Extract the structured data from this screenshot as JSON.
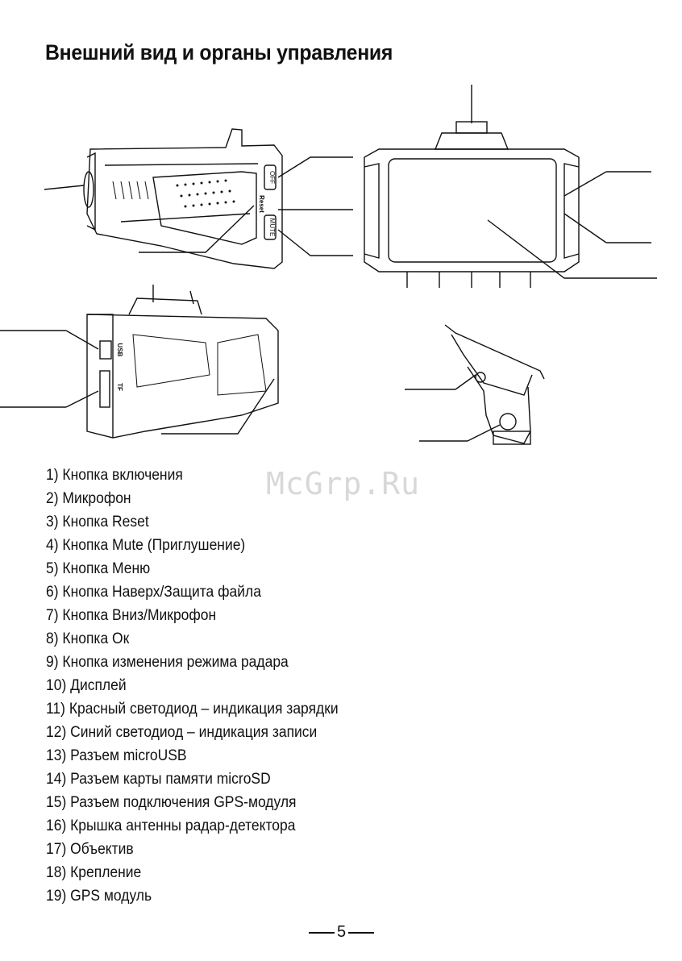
{
  "title": "Внешний вид и органы управления",
  "device_labels": {
    "off": "OFF",
    "reset": "Reset",
    "mute": "MUTE",
    "usb": "USB",
    "tf": "TF"
  },
  "items": [
    "1) Кнопка включения",
    "2) Микрофон",
    "3) Кнопка Reset",
    "4) Кнопка Mute (Приглушение)",
    "5) Кнопка Меню",
    "6) Кнопка Наверх/Защита файла",
    "7) Кнопка Вниз/Микрофон",
    "8) Кнопка Ок",
    "9) Кнопка изменения режима радара",
    "10) Дисплей",
    "11) Красный светодиод – индикация зарядки",
    "12) Синий светодиод – индикация записи",
    "13) Разъем microUSB",
    "14) Разъем карты памяти microSD",
    "15) Разъем подключения GPS-модуля",
    "16) Крышка антенны радар-детектора",
    "17) Объектив",
    "18) Крепление",
    "19) GPS модуль"
  ],
  "watermark": "McGrp.Ru",
  "page_number": "5"
}
